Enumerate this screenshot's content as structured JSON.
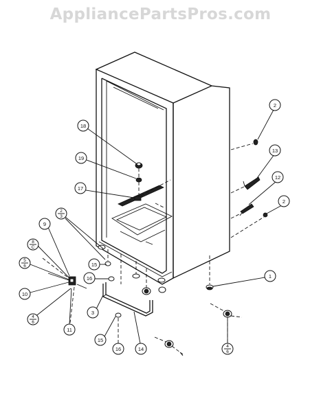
{
  "watermark": "AppliancePartsPros.com",
  "callouts": [
    {
      "id": "c2-top",
      "label": "2"
    },
    {
      "id": "c13",
      "label": "13"
    },
    {
      "id": "c12",
      "label": "12"
    },
    {
      "id": "c2-right",
      "label": "2"
    },
    {
      "id": "c1",
      "label": "1"
    },
    {
      "id": "c18",
      "label": "18"
    },
    {
      "id": "c19",
      "label": "19"
    },
    {
      "id": "c17",
      "label": "17"
    },
    {
      "id": "c9",
      "label": "9"
    },
    {
      "id": "c15a",
      "label": "15"
    },
    {
      "id": "c16a",
      "label": "16"
    },
    {
      "id": "c10",
      "label": "10"
    },
    {
      "id": "c3",
      "label": "3"
    },
    {
      "id": "c11",
      "label": "11"
    },
    {
      "id": "c15b",
      "label": "15"
    },
    {
      "id": "c16b",
      "label": "16"
    },
    {
      "id": "c14",
      "label": "14"
    }
  ],
  "fraction_callouts": [
    {
      "id": "f2-3",
      "num": "2",
      "den": "3"
    },
    {
      "id": "f8-c",
      "num": "8",
      "den": "C"
    },
    {
      "id": "f5-6",
      "num": "5",
      "den": "6"
    },
    {
      "id": "f4-6a",
      "num": "4",
      "den": "6"
    },
    {
      "id": "f4-6b",
      "num": "4",
      "den": "6"
    }
  ]
}
